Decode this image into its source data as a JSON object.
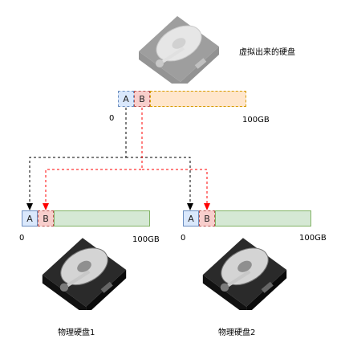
{
  "virtual_disk": {
    "label": "虚拟出来的硬盘",
    "segments": [
      "A",
      "B"
    ],
    "start_label": "0",
    "end_label": "100GB"
  },
  "physical_disks": [
    {
      "label": "物理硬盘1",
      "segments": [
        "A",
        "B"
      ],
      "start_label": "0",
      "end_label": "100GB"
    },
    {
      "label": "物理硬盘2",
      "segments": [
        "A",
        "B"
      ],
      "start_label": "0",
      "end_label": "100GB"
    }
  ],
  "colors": {
    "segment_a_fill": "#dae8fc",
    "segment_a_border": "#6c8ebf",
    "segment_b_fill": "#f8cecc",
    "segment_b_border": "#b85450",
    "virtual_rest_fill": "#ffe6cc",
    "virtual_rest_border": "#d79b00",
    "physical_rest_fill": "#d5e8d4",
    "physical_rest_border": "#82b366",
    "arrow_a": "#000000",
    "arrow_b": "#ff0000"
  }
}
